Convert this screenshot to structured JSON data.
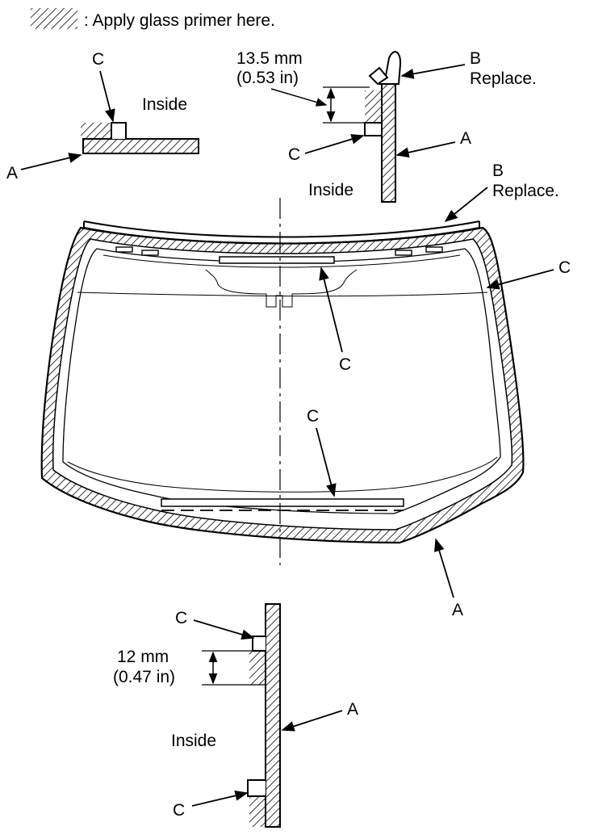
{
  "legend": {
    "text": ": Apply glass primer here."
  },
  "labels": {
    "A": "A",
    "B": "B",
    "C": "C",
    "replace": "Replace.",
    "inside": "Inside"
  },
  "dimensions": {
    "top": {
      "metric": "13.5 mm",
      "imperial": "(0.53 in)"
    },
    "bottom": {
      "metric": "12 mm",
      "imperial": "(0.47 in)"
    }
  },
  "colors": {
    "ink": "#000000",
    "paper": "#ffffff"
  }
}
